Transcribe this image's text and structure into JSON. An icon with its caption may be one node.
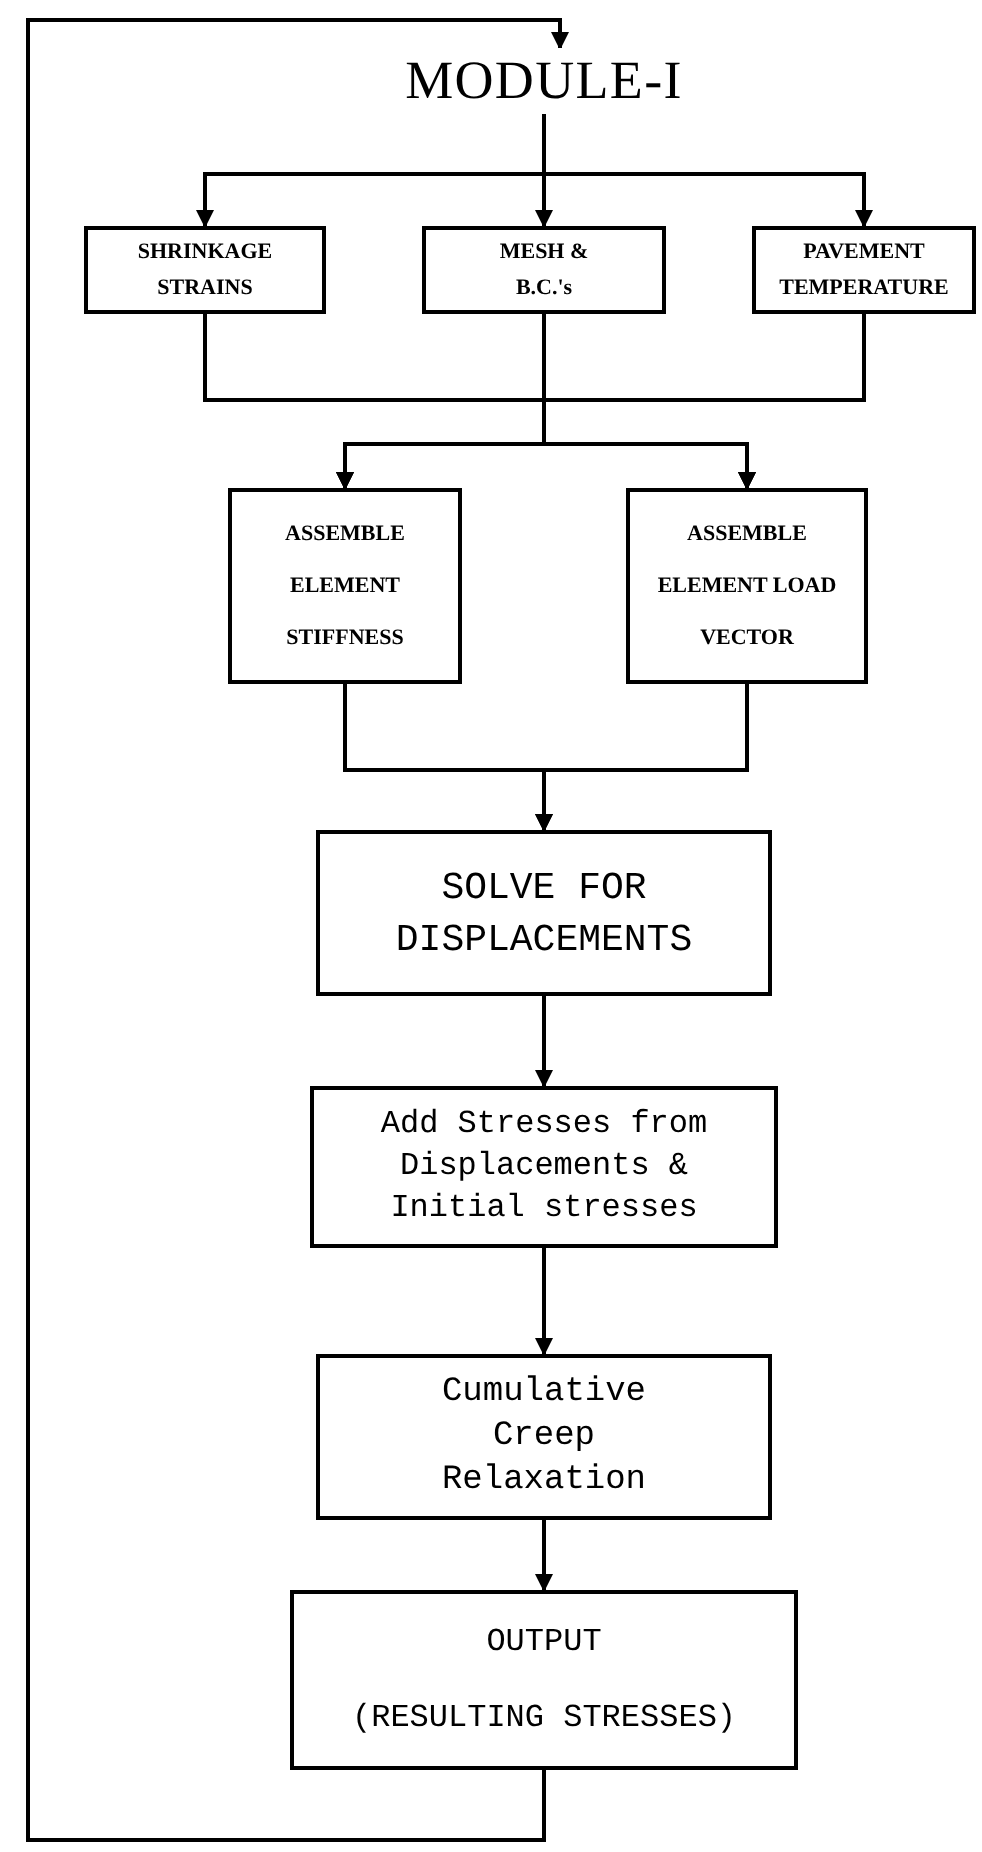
{
  "diagram": {
    "nodes": [
      {
        "text": [
          "MODULE-I"
        ]
      },
      {
        "text": [
          "SHRINKAGE STRAINS"
        ]
      },
      {
        "text": [
          "MESH & B.C.'s"
        ]
      },
      {
        "text": [
          "PAVEMENT TEMPERATURE"
        ]
      },
      {
        "text": [
          "ASSEMBLE ELEMENT STIFFNESS"
        ]
      },
      {
        "text": [
          "ASSEMBLE ELEMENT LOAD VECTOR"
        ]
      },
      {
        "text": [
          "SOLVE FOR DISPLACEMENTS"
        ]
      },
      {
        "text": [
          "Add Stresses from Displacements & Initial stresses"
        ]
      },
      {
        "text": [
          "Cumulative Creep Relaxation"
        ]
      },
      {
        "text": [
          "OUTPUT",
          "(RESULTING STRESSES)"
        ]
      }
    ],
    "edges": [
      {
        "from": 0,
        "to": 1,
        "arrow": "to"
      },
      {
        "from": 0,
        "to": 2,
        "arrow": "to"
      },
      {
        "from": 0,
        "to": 3,
        "arrow": "to"
      },
      {
        "from": 1,
        "to": 4,
        "arrow": "to"
      },
      {
        "from": 1,
        "to": 5,
        "arrow": "to"
      },
      {
        "from": 2,
        "to": 4,
        "arrow": "to"
      },
      {
        "from": 2,
        "to": 5,
        "arrow": "to"
      },
      {
        "from": 3,
        "to": 4,
        "arrow": "to"
      },
      {
        "from": 3,
        "to": 5,
        "arrow": "to"
      },
      {
        "from": 4,
        "to": 6,
        "arrow": "to"
      },
      {
        "from": 5,
        "to": 6,
        "arrow": "to"
      },
      {
        "from": 6,
        "to": 7,
        "arrow": "to"
      },
      {
        "from": 7,
        "to": 8,
        "arrow": "to"
      },
      {
        "from": 8,
        "to": 9,
        "arrow": "to"
      },
      {
        "from": 9,
        "to": 0,
        "arrow": "to"
      }
    ]
  }
}
